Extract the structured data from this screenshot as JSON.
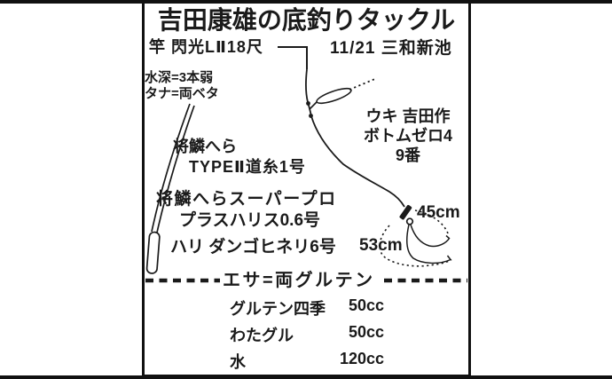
{
  "canvas": {
    "ink": "#1a1a1a",
    "background": "#ffffff"
  },
  "diagram": {
    "title": "吉田康雄の底釣りタックル",
    "rod_spec": "竿 閃光LⅡ18尺",
    "date_location": "11/21 三和新池",
    "water_depth": "水深=3本弱",
    "tana": "タナ=両ベタ",
    "main_line": {
      "brand": "将鱗へら",
      "spec": "TYPEⅡ道糸1号"
    },
    "float": {
      "line1": "ウキ 吉田作",
      "line2": "ボトムゼロ4",
      "line3": "9番"
    },
    "leader": {
      "brand": "将鱗へらスーパープロ",
      "spec": "プラスハリス0.6号"
    },
    "hook_spec": "ハリ ダンゴヒネリ6号",
    "hair_upper": "45cm",
    "hair_lower": "53cm",
    "bait": {
      "heading": "エサ=両グルテン",
      "rows": [
        {
          "name": "グルテン四季",
          "amount": "50cc"
        },
        {
          "name": "わたグル",
          "amount": "50cc"
        },
        {
          "name": "水",
          "amount": "120cc"
        }
      ]
    }
  }
}
